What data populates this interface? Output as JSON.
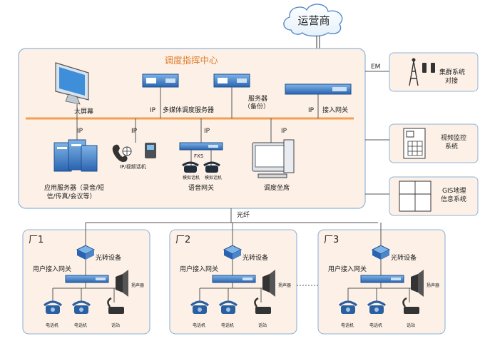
{
  "cloud": {
    "label": "运营商"
  },
  "center": {
    "title": "调度指挥中心",
    "bus_ip": "IP",
    "big_screen": "大屏幕",
    "ip_label_multimedia": "IP",
    "multimedia_server": "多媒体调度服务器",
    "backup_server_line1": "服务器",
    "backup_server_line2": "（备份）",
    "ip_label_access": "IP",
    "access_gateway": "接入网关",
    "ip_app": "IP",
    "ip_phone_ip": "IP",
    "ip_voice": "IP",
    "ip_console": "IP",
    "ip_video_phone": "IP/视频话机",
    "fxs": "FXS",
    "analog_phone_1": "模拟话机",
    "analog_phone_2": "模拟话机",
    "voice_gateway": "语音网关",
    "app_server_line1": "应用服务器（录音/短",
    "app_server_line2": "信/传真/会议等）",
    "dispatch_console": "调度坐席",
    "em": "EM"
  },
  "side": {
    "trunk_line1": "集群系统",
    "trunk_line2": "对接",
    "video_line1": "视频监控",
    "video_line2": "系统",
    "gis_line1": "GIS地理",
    "gis_line2": "信息系统"
  },
  "fiber": "光纤",
  "factories": [
    {
      "name": "厂1",
      "converter": "光转设备",
      "gateway": "用户接入网关",
      "speaker": "扬声器",
      "phone1": "电话机",
      "phone2": "电话机",
      "station": "话站"
    },
    {
      "name": "厂2",
      "converter": "光转设备",
      "gateway": "用户接入网关",
      "speaker": "扬声器",
      "phone1": "电话机",
      "phone2": "电话机",
      "station": "话站"
    },
    {
      "name": "厂3",
      "converter": "光转设备",
      "gateway": "用户接入网关",
      "speaker": "扬声器",
      "phone1": "电话机",
      "phone2": "电话机",
      "station": "话站"
    }
  ],
  "colors": {
    "panel_fill": "#fdf1e7",
    "panel_stroke": "#8fb3d9",
    "bus": "#f0a050",
    "title": "#e07a2a",
    "device": "#2a6fb5"
  }
}
